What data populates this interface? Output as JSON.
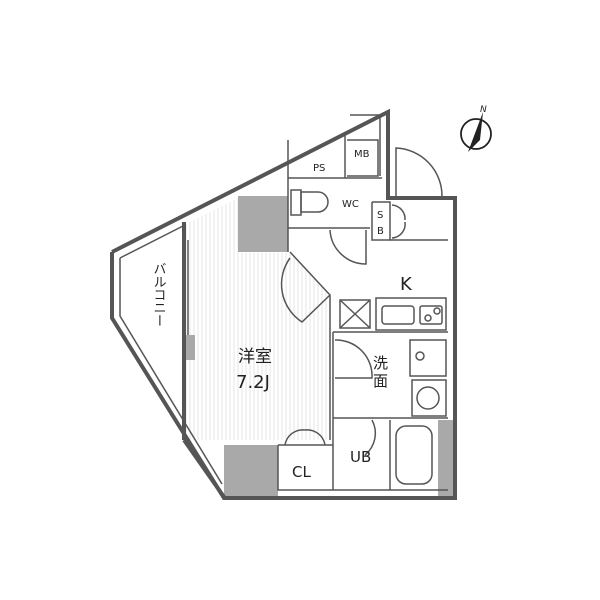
{
  "floor_plan": {
    "rooms": {
      "western_room": {
        "name": "洋室",
        "size": "7.2J"
      },
      "kitchen": "K",
      "toilet": "WC",
      "pipe_space": "PS",
      "meter_box": "MB",
      "shoe_box": [
        "S",
        "B"
      ],
      "washroom": [
        "洗",
        "面"
      ],
      "unit_bath": "UB",
      "closet": "CL",
      "balcony": "バルコニー"
    },
    "compass": {
      "label": "N",
      "icon": "north-arrow-icon"
    },
    "colors": {
      "wall": "#555555",
      "column": "#a9a9a9",
      "floor_lines": "#e6e6e6"
    }
  }
}
